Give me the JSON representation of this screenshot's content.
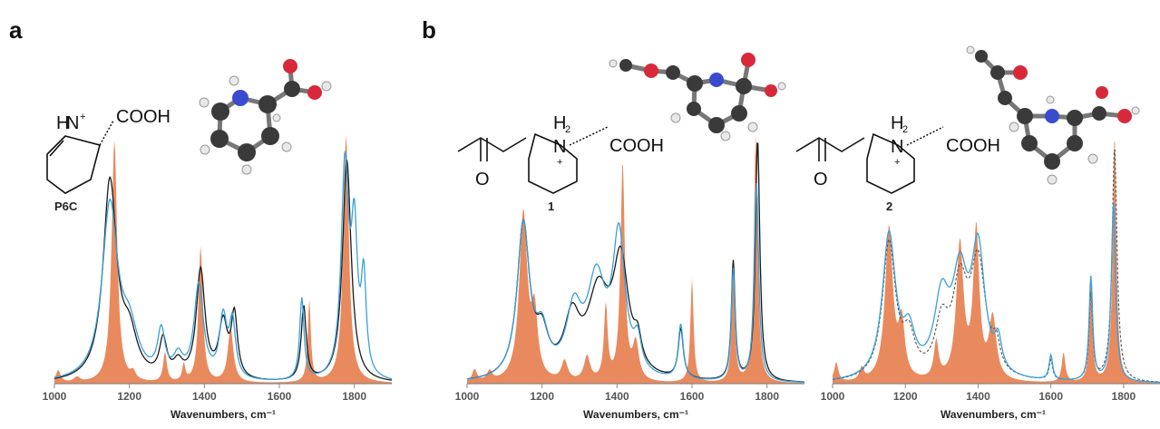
{
  "panels": {
    "a": {
      "letter": "a",
      "molecule_label": "P6C"
    },
    "b": {
      "letter": "b",
      "molecule_label_1": "1",
      "molecule_label_2": "2"
    }
  },
  "chem_text": {
    "nh": "H",
    "plus": "+",
    "n": "N",
    "cooh": "COOH",
    "h2": "H",
    "sub2": "2",
    "o": "O"
  },
  "colors": {
    "computed_fill": "#e98a5e",
    "exp_black": "#1a1a1a",
    "exp_blue": "#3aa0d8",
    "dashed": "#555555",
    "atom_c": "#3a3a3a",
    "atom_n": "#3a4bd0",
    "atom_o": "#d8293a",
    "atom_h": "#e8e8e8"
  },
  "chart_data": [
    {
      "type": "line",
      "panel": "a",
      "xlabel": "Wavenumbers, cm⁻¹",
      "xlim": [
        1000,
        1900
      ],
      "xticks": [
        1000,
        1200,
        1400,
        1600,
        1800
      ],
      "ylim": [
        0,
        1
      ],
      "series": [
        {
          "style": "filled",
          "peaks": [
            [
              1010,
              0.05,
              8
            ],
            [
              1060,
              0.02,
              10
            ],
            [
              1160,
              0.98,
              9
            ],
            [
              1210,
              0.03,
              8
            ],
            [
              1295,
              0.12,
              6
            ],
            [
              1345,
              0.07,
              5
            ],
            [
              1390,
              0.55,
              7
            ],
            [
              1470,
              0.22,
              9
            ],
            [
              1680,
              0.33,
              5
            ],
            [
              1778,
              1.0,
              9
            ]
          ]
        },
        {
          "style": "black",
          "peaks": [
            [
              1148,
              0.8,
              22
            ],
            [
              1200,
              0.16,
              25
            ],
            [
              1290,
              0.15,
              12
            ],
            [
              1330,
              0.06,
              15
            ],
            [
              1390,
              0.44,
              14
            ],
            [
              1450,
              0.22,
              14
            ],
            [
              1480,
              0.25,
              10
            ],
            [
              1665,
              0.3,
              8
            ],
            [
              1780,
              0.9,
              14
            ]
          ]
        },
        {
          "style": "blue",
          "peaks": [
            [
              1148,
              0.7,
              25
            ],
            [
              1200,
              0.18,
              28
            ],
            [
              1285,
              0.18,
              12
            ],
            [
              1330,
              0.08,
              15
            ],
            [
              1385,
              0.38,
              15
            ],
            [
              1450,
              0.24,
              12
            ],
            [
              1475,
              0.22,
              10
            ],
            [
              1660,
              0.33,
              7
            ],
            [
              1775,
              0.85,
              12
            ],
            [
              1800,
              0.55,
              10
            ],
            [
              1825,
              0.38,
              8
            ]
          ]
        }
      ]
    },
    {
      "type": "line",
      "panel": "b1",
      "xlabel": "Wavenumbers, cm⁻¹",
      "xlim": [
        1000,
        1900
      ],
      "xticks": [
        1000,
        1200,
        1400,
        1600,
        1800
      ],
      "ylim": [
        0,
        1
      ],
      "series": [
        {
          "style": "filled",
          "peaks": [
            [
              1020,
              0.05,
              8
            ],
            [
              1060,
              0.04,
              8
            ],
            [
              1150,
              0.68,
              13
            ],
            [
              1180,
              0.25,
              10
            ],
            [
              1260,
              0.08,
              10
            ],
            [
              1320,
              0.1,
              10
            ],
            [
              1370,
              0.3,
              6
            ],
            [
              1415,
              0.88,
              7
            ],
            [
              1450,
              0.15,
              10
            ],
            [
              1600,
              0.42,
              5
            ],
            [
              1710,
              0.45,
              5
            ],
            [
              1770,
              1.0,
              6
            ]
          ]
        },
        {
          "style": "black",
          "peaks": [
            [
              1150,
              0.62,
              20
            ],
            [
              1200,
              0.15,
              20
            ],
            [
              1280,
              0.22,
              25
            ],
            [
              1350,
              0.33,
              35
            ],
            [
              1410,
              0.45,
              25
            ],
            [
              1455,
              0.1,
              12
            ],
            [
              1570,
              0.2,
              8
            ],
            [
              1710,
              0.48,
              6
            ],
            [
              1775,
              0.98,
              7
            ]
          ]
        },
        {
          "style": "blue",
          "peaks": [
            [
              1150,
              0.62,
              20
            ],
            [
              1200,
              0.16,
              20
            ],
            [
              1285,
              0.25,
              25
            ],
            [
              1345,
              0.38,
              30
            ],
            [
              1405,
              0.55,
              20
            ],
            [
              1455,
              0.12,
              12
            ],
            [
              1570,
              0.22,
              8
            ],
            [
              1710,
              0.45,
              6
            ],
            [
              1772,
              0.8,
              7
            ]
          ]
        }
      ]
    },
    {
      "type": "line",
      "panel": "b2",
      "xlabel": "Wavenumbers, cm⁻¹",
      "xlim": [
        1000,
        1900
      ],
      "xticks": [
        1000,
        1200,
        1400,
        1600,
        1800
      ],
      "ylim": [
        0,
        1
      ],
      "series": [
        {
          "style": "filled",
          "peaks": [
            [
              1010,
              0.08,
              7
            ],
            [
              1080,
              0.05,
              7
            ],
            [
              1155,
              0.62,
              13
            ],
            [
              1190,
              0.22,
              10
            ],
            [
              1285,
              0.15,
              8
            ],
            [
              1350,
              0.55,
              12
            ],
            [
              1395,
              0.6,
              10
            ],
            [
              1440,
              0.25,
              12
            ],
            [
              1635,
              0.12,
              6
            ],
            [
              1710,
              0.42,
              5
            ],
            [
              1775,
              1.0,
              6
            ]
          ]
        },
        {
          "style": "dashed",
          "peaks": [
            [
              1155,
              0.55,
              22
            ],
            [
              1210,
              0.15,
              20
            ],
            [
              1300,
              0.2,
              22
            ],
            [
              1350,
              0.35,
              25
            ],
            [
              1400,
              0.45,
              25
            ],
            [
              1450,
              0.1,
              12
            ],
            [
              1600,
              0.08,
              6
            ],
            [
              1710,
              0.35,
              6
            ],
            [
              1775,
              0.95,
              8
            ]
          ]
        },
        {
          "style": "blue",
          "peaks": [
            [
              1155,
              0.58,
              22
            ],
            [
              1210,
              0.16,
              20
            ],
            [
              1300,
              0.3,
              25
            ],
            [
              1350,
              0.38,
              25
            ],
            [
              1400,
              0.5,
              22
            ],
            [
              1455,
              0.12,
              12
            ],
            [
              1600,
              0.1,
              6
            ],
            [
              1710,
              0.42,
              6
            ],
            [
              1772,
              0.72,
              7
            ]
          ]
        }
      ]
    }
  ]
}
